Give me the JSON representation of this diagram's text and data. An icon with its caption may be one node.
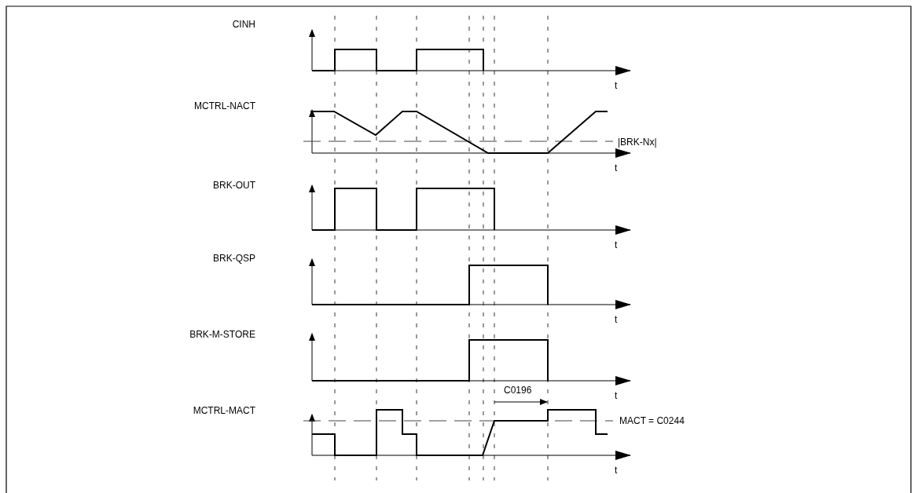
{
  "diagram": {
    "labels": [
      "CINH",
      "t",
      "MCTRL-NACT",
      "|BRK-Nx|",
      "t",
      "BRK-OUT",
      "t",
      "BRK-QSP",
      "t",
      "BRK-M-STORE",
      "t",
      "C0196",
      "MCTRL-MACT",
      "MACT = C0244",
      "t"
    ]
  }
}
